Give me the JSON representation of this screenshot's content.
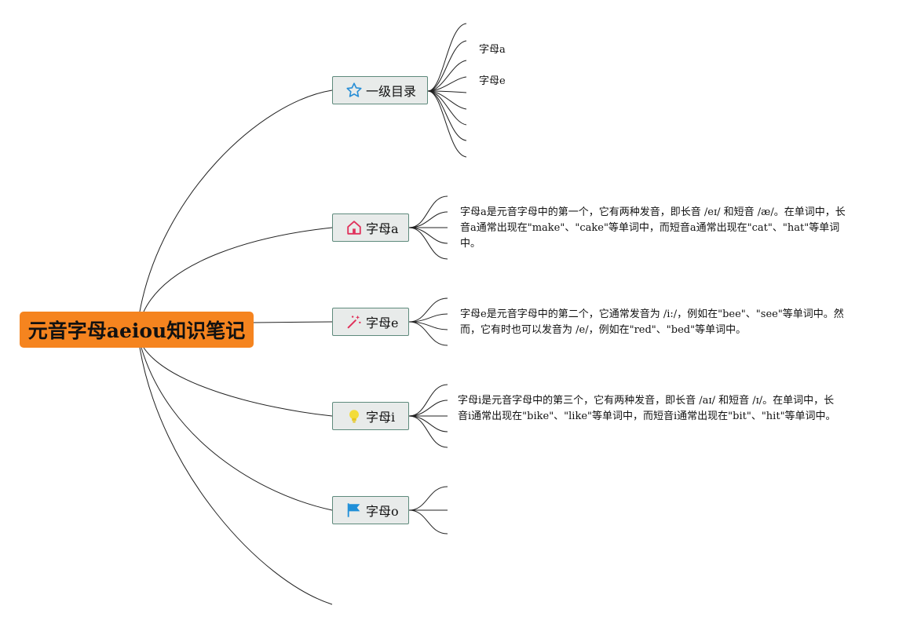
{
  "root": {
    "title": "元音字母aeiou知识笔记",
    "color": "#f5841f"
  },
  "branches": [
    {
      "id": "toc",
      "label": "一级目录",
      "icon": "star-outline-icon",
      "icon_color": "#2a8fd6"
    },
    {
      "id": "a",
      "label": "字母a",
      "icon": "house-icon",
      "icon_color": "#e0315b"
    },
    {
      "id": "e",
      "label": "字母e",
      "icon": "magic-wand-icon",
      "icon_color": "#e0315b"
    },
    {
      "id": "i",
      "label": "字母i",
      "icon": "lightbulb-icon",
      "icon_color": "#f3dc3a"
    },
    {
      "id": "o",
      "label": "字母o",
      "icon": "flag-icon",
      "icon_color": "#1f8fd8"
    }
  ],
  "toc_items": [
    "字母a",
    "字母e"
  ],
  "notes": {
    "a": "字母a是元音字母中的第一个，它有两种发音，即长音 /eɪ/ 和短音 /æ/。在单词中，长音a通常出现在\"make\"、\"cake\"等单词中，而短音a通常出现在\"cat\"、\"hat\"等单词中。",
    "e": "字母e是元音字母中的第二个，它通常发音为 /i:/，例如在\"bee\"、\"see\"等单词中。然而，它有时也可以发音为 /e/，例如在\"red\"、\"bed\"等单词中。",
    "i": "字母i是元音字母中的第三个，它有两种发音，即长音 /aɪ/ 和短音 /ɪ/。在单词中，长音i通常出现在\"bike\"、\"like\"等单词中，而短音i通常出现在\"bit\"、\"hit\"等单词中。"
  }
}
